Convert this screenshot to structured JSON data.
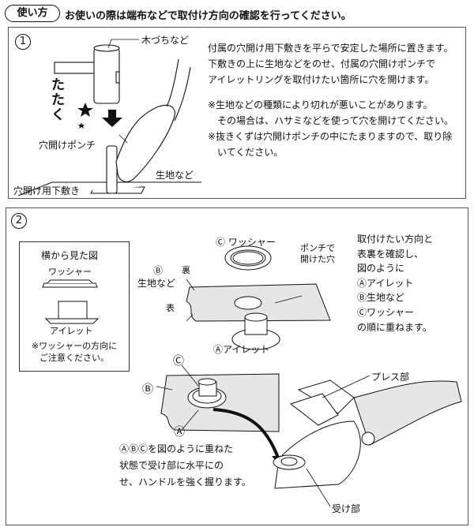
{
  "header": {
    "badge": "使い方",
    "text": "お使いの際は端布などで取付け方向の確認を行ってください。"
  },
  "step1": {
    "number": "1",
    "labels": {
      "mallet": "木づちなど",
      "tap": "たたく",
      "punch": "穴開けポンチ",
      "fabric": "生地など",
      "mat": "穴開け用下敷き"
    },
    "instructions": [
      "付属の穴開け用下敷きを平らで安定した場所に置きます。",
      "下敷きの上に生地などをのせ、付属の穴開けポンチで",
      "アイレットリングを取付けたい箇所に穴を開けます。"
    ],
    "notes": [
      "※生地などの種類により切れが悪いことがあります。",
      "　その場合は、ハサミなどを使って穴を開けてください。",
      "※抜きくずは穴開けポンチの中にたまりますので、取り除",
      "　いてください。"
    ]
  },
  "step2": {
    "number": "2",
    "side_view": {
      "title": "横から見た図",
      "washer": "ワッシャー",
      "eyelet": "アイレット",
      "note": [
        "※ワッシャーの方向に",
        "ご注意ください。"
      ]
    },
    "labels": {
      "c_washer": "Ⓒ ワッシャー",
      "back": "裏",
      "b_fabric": "Ⓑ",
      "fabric": "生地など",
      "front": "表",
      "hole": [
        "ポンチで",
        "開けた穴"
      ],
      "a_eyelet": "Ⓐアイレット",
      "c": "Ⓒ",
      "b": "Ⓑ",
      "a": "Ⓐ",
      "press": "プレス部",
      "receiver": "受け部"
    },
    "instructions": [
      "取付けたい方向と",
      "表裏を確認し、",
      "図のように",
      "Ⓐアイレット",
      "Ⓑ生地など",
      "Ⓒワッシャー",
      "の順に重ねます。"
    ],
    "bottom_text": [
      "ⒶⒷⒸを図のように重ねた",
      "状態で受け部に水平にの",
      "せ、ハンドルを強く握ります。"
    ]
  }
}
